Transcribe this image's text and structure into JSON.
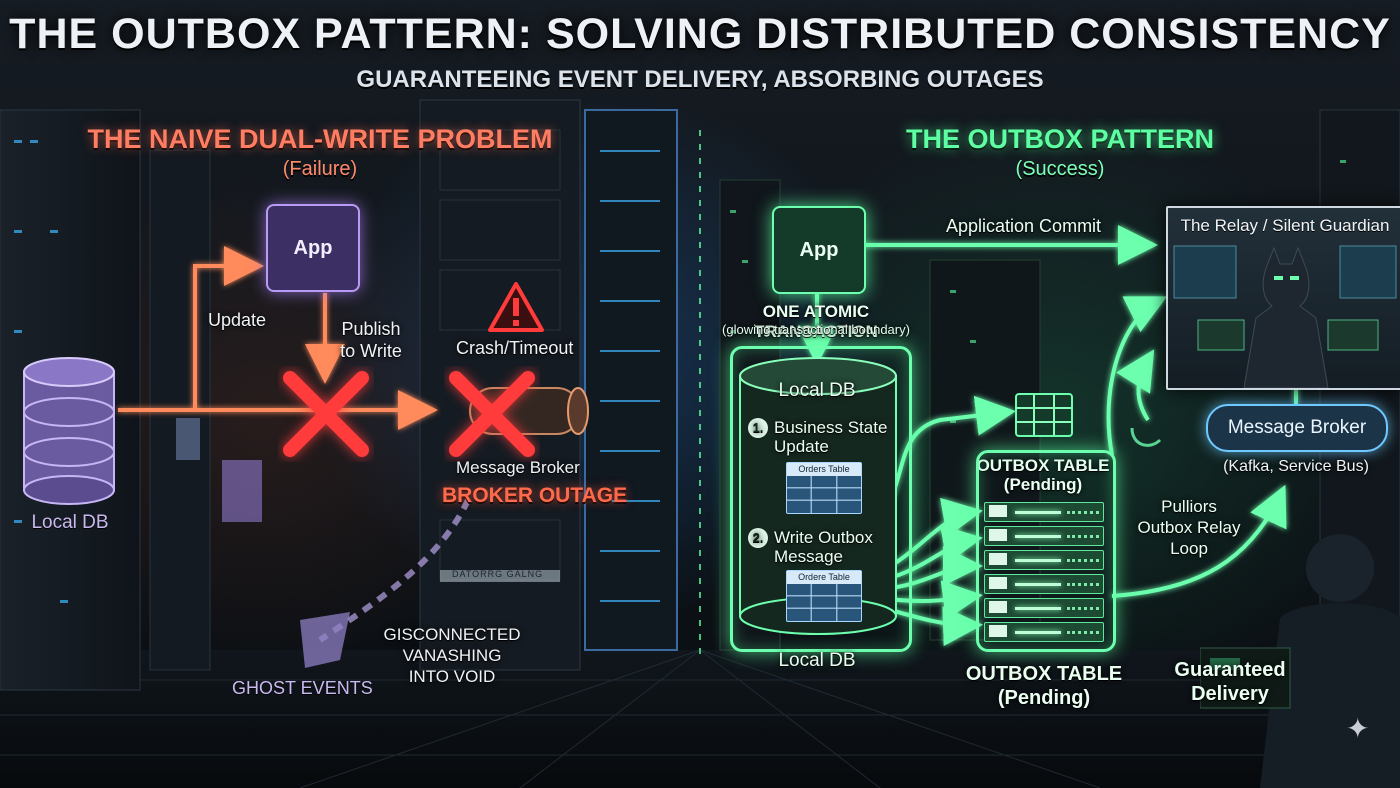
{
  "title": "THE OUTBOX PATTERN: SOLVING DISTRIBUTED CONSISTENCY",
  "subtitle": "GUARANTEEING EVENT DELIVERY, ABSORBING OUTAGES",
  "left": {
    "heading": "THE NAIVE DUAL-WRITE PROBLEM",
    "subheading": "(Failure)",
    "app_label": "App",
    "update_label": "Update",
    "publish_label": "Publish\nto Write",
    "crash_label": "Crash/Timeout",
    "broker_label": "Message Broker",
    "outage_label": "BROKER OUTAGE",
    "db_label": "Local DB",
    "ghost_label": "GHOST EVENTS",
    "void_label": "GISCONNECTED\nVANASHING\nINTO VOID",
    "rack_text": "DATORRG    GALNG"
  },
  "right": {
    "heading": "THE OUTBOX PATTERN",
    "subheading": "(Success)",
    "app_label": "App",
    "commit_label": "Application Commit",
    "atomic_label": "ONE ATOMIC TRANSACTION",
    "atomic_sub": "(glowing transactional boundary)",
    "db_title": "Local DB",
    "step1_num": "1.",
    "step1_label": "Business State\nUpdate",
    "table1_label": "Orders Table",
    "step2_num": "2.",
    "step2_label": "Write Outbox\nMessage",
    "table2_label": "Ordere Table",
    "db_bottom_label": "Local DB",
    "outbox_top_label": "OUTBOX TABLE\n(Pending)",
    "outbox_bottom_label": "OUTBOX TABLE\n(Pending)",
    "relay_loop_label": "Pulliors\nOutbox Relay\nLoop",
    "guardian_label": "The Relay / Silent Guardian",
    "broker_label": "Message Broker",
    "broker_sub": "(Kafka, Service Bus)",
    "delivery_label": "Guaranteed\nDelivery"
  },
  "colors": {
    "failure": "#ff6a4c",
    "success": "#5dffa2",
    "app_purple": "#b99af5",
    "broker_blue": "#6fc9ff"
  },
  "icons": {
    "warning": "warning-triangle-icon",
    "fail": "red-x-icon",
    "outbox": "table-grid-icon",
    "sparkle": "sparkle-icon"
  }
}
